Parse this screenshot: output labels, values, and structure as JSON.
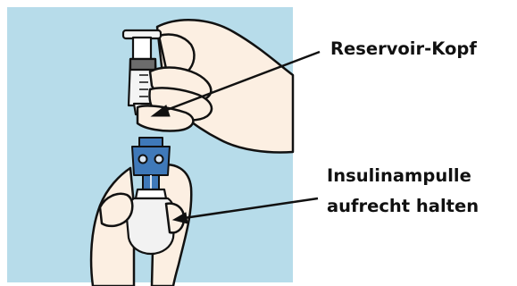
{
  "callouts": {
    "reservoir_head": "Reservoir-Kopf",
    "insulin_vial_line1": "Insulinampulle",
    "insulin_vial_line2": "aufrecht halten"
  },
  "colors": {
    "background_panel": "#b7dcea",
    "skin": "#fcefe2",
    "outline": "#111111",
    "connector_blue": "#3f79b9",
    "vial_glass": "#f2f2f2",
    "syringe_barrel": "#f4f4f4",
    "plunger_gray": "#6c6c6c"
  },
  "icons": {
    "hands": "hand-icon",
    "syringe": "syringe-icon",
    "vial": "vial-icon",
    "connector": "transfer-connector-icon"
  }
}
